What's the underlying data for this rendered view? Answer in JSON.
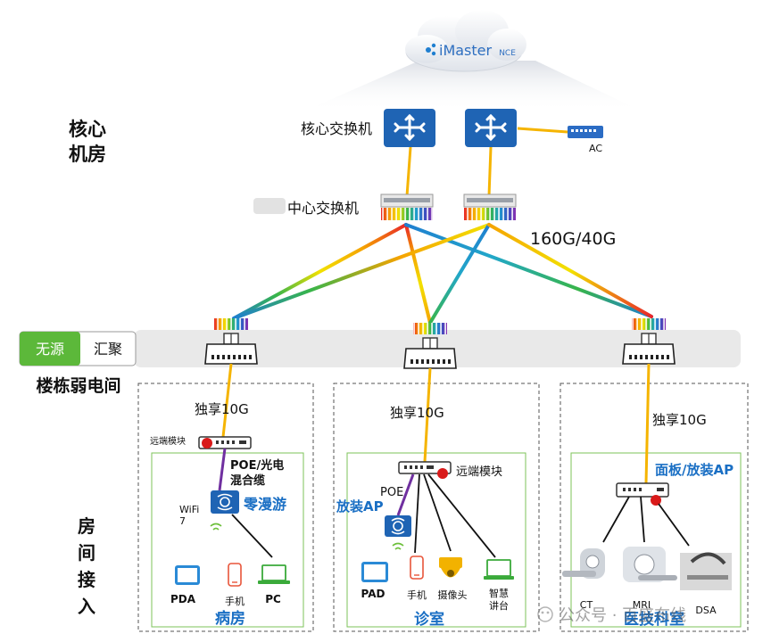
{
  "cloud": {
    "brand": "iMaster",
    "brand_suffix": "NCE"
  },
  "left_labels": {
    "core_room": [
      "核心",
      "机房"
    ],
    "floor_room": "楼栋弱电间",
    "room_access": [
      "房",
      "间",
      "接",
      "入"
    ]
  },
  "core": {
    "switch_label": "核心交换机",
    "ac_label": "AC"
  },
  "center": {
    "switch_label": "中心交换机",
    "bandwidth": "160G/40G"
  },
  "aggregation": {
    "passive": "无源",
    "aggregate": "汇聚"
  },
  "rooms": [
    {
      "uplink": "独享10G",
      "remote_module": "远端模块",
      "cable": [
        "POE/光电",
        "混合缆"
      ],
      "wifi": [
        "WiFi",
        "7"
      ],
      "ap_feature": "零漫游",
      "devices": [
        "PDA",
        "手机",
        "PC"
      ],
      "title": "病房"
    },
    {
      "uplink": "独享10G",
      "remote_module": "远端模块",
      "poe": "POE",
      "ap_type": "放装AP",
      "devices": [
        "PAD",
        "手机",
        "摄像头",
        "智慧",
        "讲台"
      ],
      "title": "诊室"
    },
    {
      "uplink": "独享10G",
      "panel_ap": "面板/放装AP",
      "devices": [
        "CT",
        "MRI",
        "DSA"
      ],
      "title": "医技科室"
    }
  ],
  "watermark": "公众号 · 百盛布线",
  "colors": {
    "core_blue": "#1f64b4",
    "link_yellow": "#f5b400",
    "label_blue": "#1a6fc4",
    "passive_green": "#5cb83a",
    "poe_purple": "#7030a0",
    "red_dot": "#d91a1a"
  }
}
